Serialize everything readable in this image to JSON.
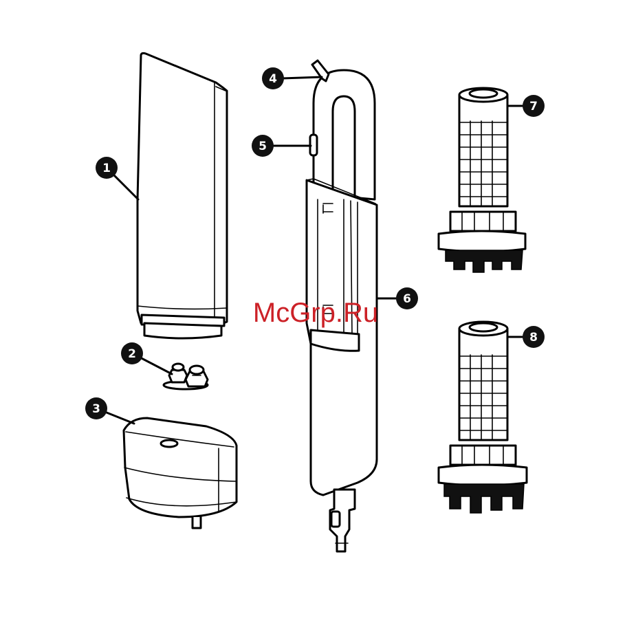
{
  "callouts": [
    {
      "id": "1"
    },
    {
      "id": "2"
    },
    {
      "id": "3"
    },
    {
      "id": "4"
    },
    {
      "id": "5"
    },
    {
      "id": "6"
    },
    {
      "id": "7"
    },
    {
      "id": "8"
    }
  ],
  "watermark": "McGrp.Ru"
}
